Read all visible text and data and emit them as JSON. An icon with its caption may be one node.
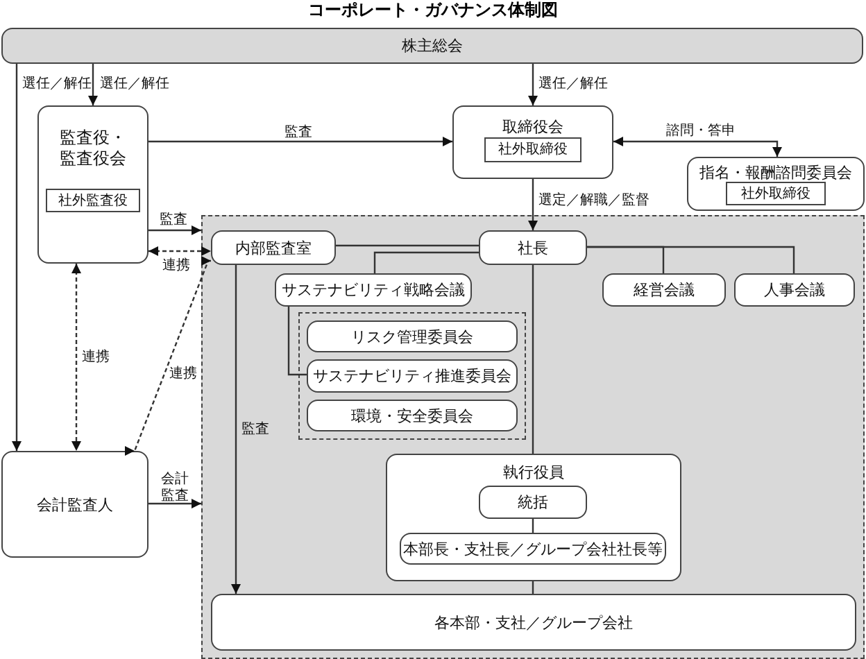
{
  "diagram": {
    "title": "コーポレート・ガバナンス体制図",
    "nodes": [
      {
        "text": [
          "株主総会"
        ]
      },
      {
        "text": [
          "監査役・監査役会"
        ]
      },
      {
        "text": [
          "社外監査役"
        ],
        "in": 1
      },
      {
        "text": [
          "取締役会"
        ]
      },
      {
        "text": [
          "社外取締役"
        ],
        "in": 3
      },
      {
        "text": [
          "指名・報酬諮問委員会"
        ]
      },
      {
        "text": [
          "社外取締役"
        ],
        "in": 5
      },
      {
        "text": [],
        "shape": "box"
      },
      {
        "text": [
          "内部監査室"
        ],
        "in": 7
      },
      {
        "text": [
          "社長"
        ],
        "in": 7
      },
      {
        "text": [
          "サステナビリティ戦略会議"
        ],
        "in": 7
      },
      {
        "text": [
          "経営会議"
        ],
        "in": 7
      },
      {
        "text": [
          "人事会議"
        ],
        "in": 7
      },
      {
        "text": [],
        "shape": "box",
        "in": 7
      },
      {
        "text": [
          "リスク管理委員会"
        ],
        "in": 13
      },
      {
        "text": [
          "サステナビリティ推進委員会"
        ],
        "in": 13
      },
      {
        "text": [
          "環境・安全委員会"
        ],
        "in": 13
      },
      {
        "text": [
          "執行役員"
        ],
        "in": 7
      },
      {
        "text": [
          "統括"
        ],
        "in": 17
      },
      {
        "text": [
          "本部長・支社長／グループ会社社長等"
        ],
        "in": 17
      },
      {
        "text": [
          "各本部・支社／グループ会社"
        ],
        "in": 7
      },
      {
        "text": [
          "会計監査人"
        ]
      }
    ],
    "edges": [
      {
        "from": 0,
        "to": 1,
        "arrow": "to",
        "label": "選任／解任"
      },
      {
        "from": 0,
        "to": 21,
        "arrow": "to",
        "label": "選任／解任"
      },
      {
        "from": 0,
        "to": 3,
        "arrow": "to",
        "label": "選任／解任"
      },
      {
        "from": 1,
        "to": 3,
        "arrow": "to",
        "label": "監査"
      },
      {
        "from": 3,
        "to": 5,
        "arrow": "both",
        "label": "諮問・答申"
      },
      {
        "from": 3,
        "to": 9,
        "arrow": "to",
        "label": "選定／解職／監督"
      },
      {
        "from": 1,
        "to": 7,
        "arrow": "to",
        "label": "監査"
      },
      {
        "from": 1,
        "to": 8,
        "arrow": "both",
        "label": "連携",
        "style": "dashed"
      },
      {
        "from": 1,
        "to": 21,
        "arrow": "both",
        "label": "連携",
        "style": "dashed"
      },
      {
        "from": 8,
        "to": 21,
        "arrow": "both",
        "label": "連携",
        "style": "dashed"
      },
      {
        "from": 21,
        "to": 7,
        "arrow": "to",
        "label": "会計監査"
      },
      {
        "from": 8,
        "to": 20,
        "arrow": "to",
        "label": "監査"
      },
      {
        "from": 9,
        "to": 8,
        "arrow": "none"
      },
      {
        "from": 9,
        "to": 10,
        "arrow": "none"
      },
      {
        "from": 9,
        "to": 11,
        "arrow": "none"
      },
      {
        "from": 9,
        "to": 12,
        "arrow": "none"
      },
      {
        "from": 10,
        "to": 15,
        "arrow": "none"
      },
      {
        "from": 9,
        "to": 17,
        "arrow": "none"
      },
      {
        "from": 18,
        "to": 19,
        "arrow": "none"
      },
      {
        "from": 17,
        "to": 20,
        "arrow": "none"
      }
    ]
  }
}
